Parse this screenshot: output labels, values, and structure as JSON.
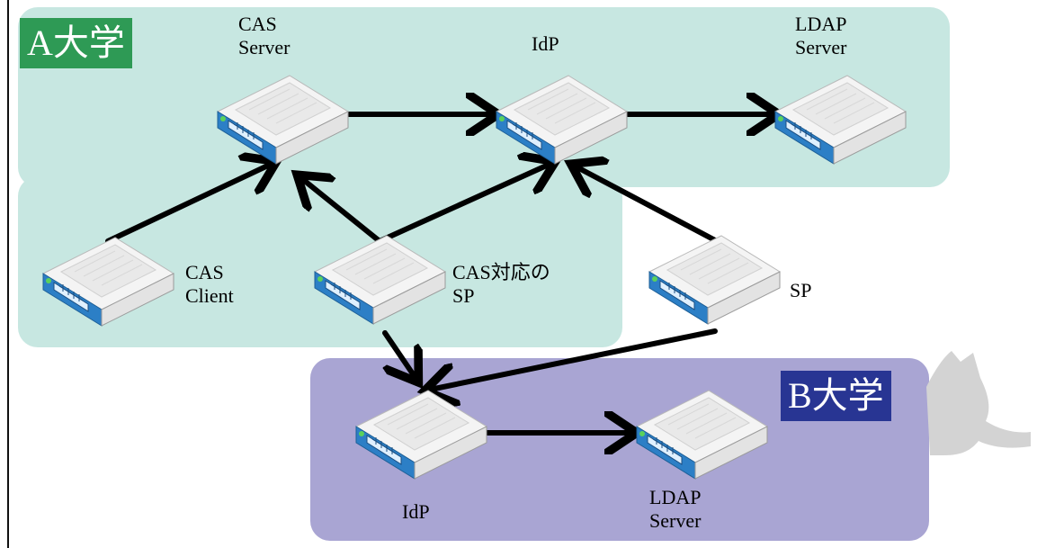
{
  "regions": {
    "univ_a": {
      "title": "A大学",
      "color": "#c7e7e1",
      "badge_color": "#2e9a55"
    },
    "univ_b": {
      "title": "B大学",
      "color": "#a9a5d3",
      "badge_color": "#283593"
    }
  },
  "nodes": {
    "a_cas_server": {
      "label": "CAS\nServer"
    },
    "a_idp": {
      "label": "IdP"
    },
    "a_ldap": {
      "label": "LDAP\nServer"
    },
    "cas_client": {
      "label": "CAS\nClient"
    },
    "cas_sp": {
      "label": "CAS対応の\nSP"
    },
    "sp": {
      "label": "SP"
    },
    "b_idp": {
      "label": "IdP"
    },
    "b_ldap": {
      "label": "LDAP\nServer"
    }
  },
  "icons": {
    "device": "network-switch-icon",
    "mascot": "cat-silhouette-icon"
  }
}
